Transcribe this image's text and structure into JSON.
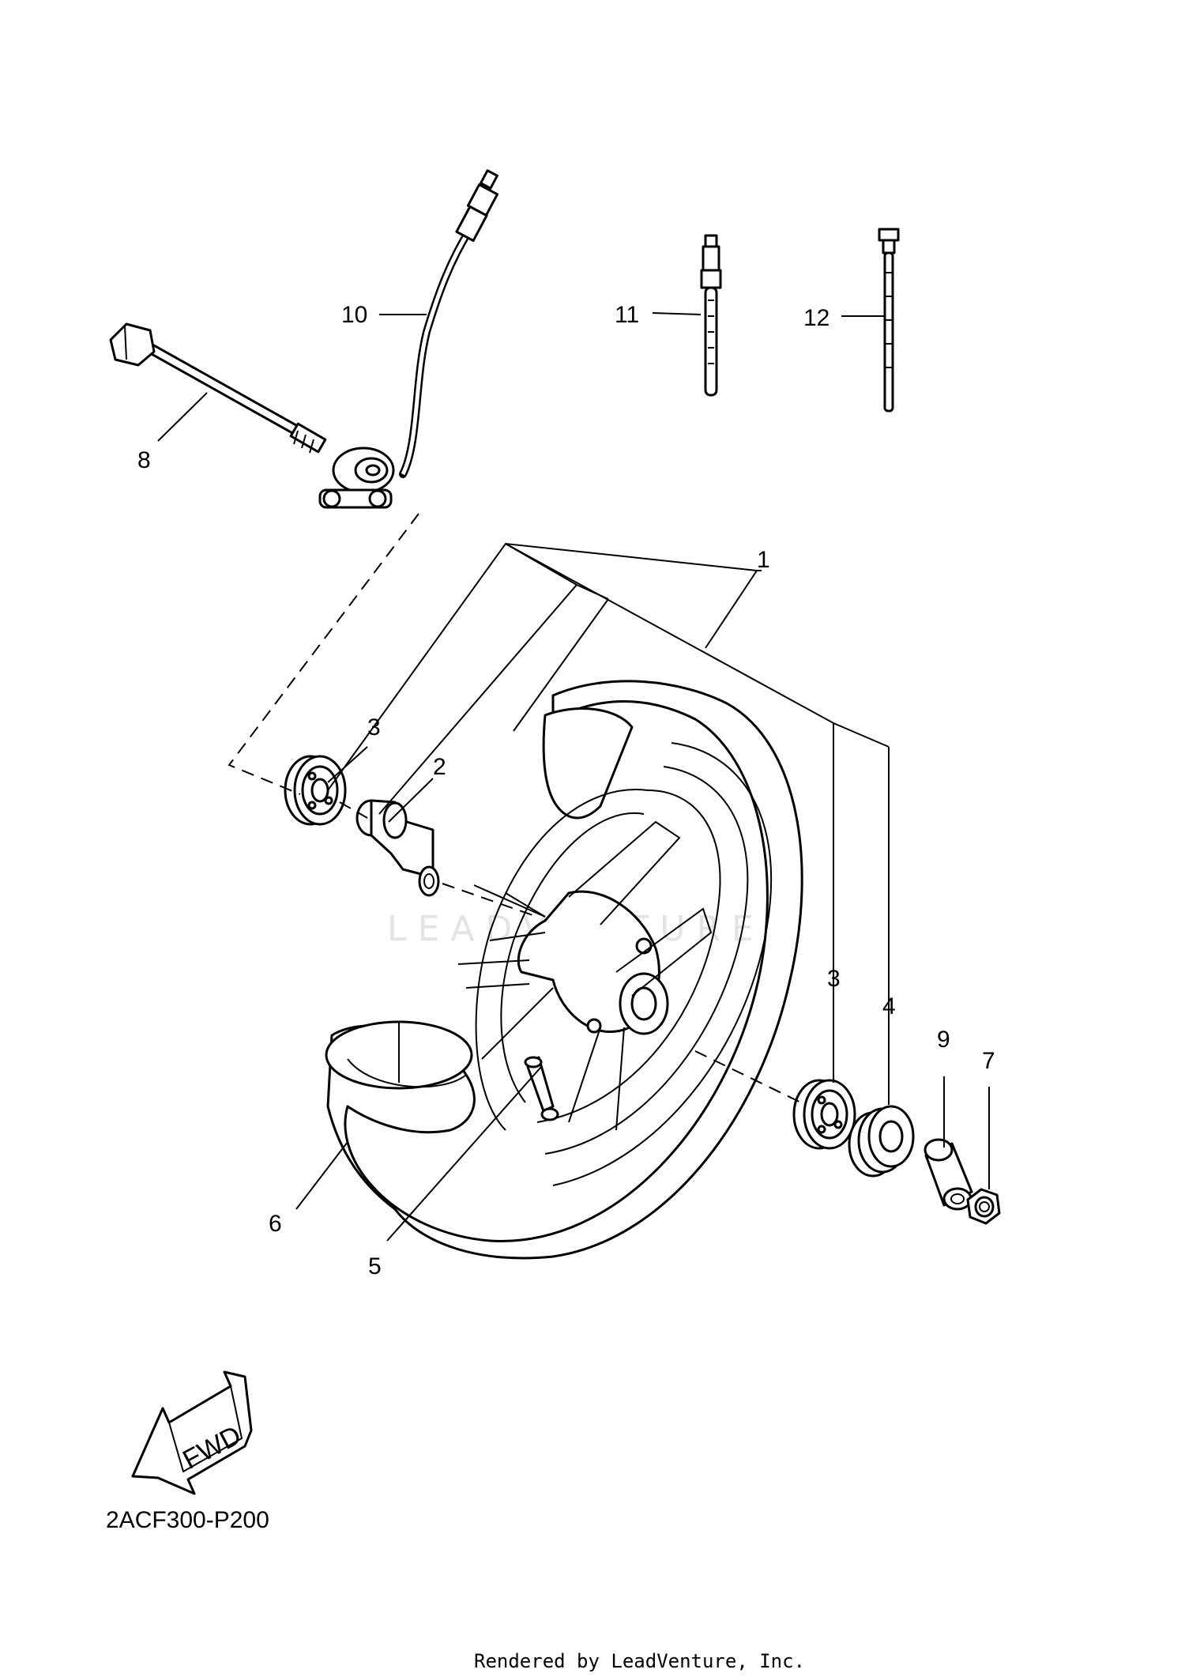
{
  "diagram": {
    "callouts": {
      "c1": "1",
      "c2": "2",
      "c3a": "3",
      "c3b": "3",
      "c4": "4",
      "c5": "5",
      "c6": "6",
      "c7": "7",
      "c8": "8",
      "c9": "9",
      "c10": "10",
      "c11": "11",
      "c12": "12"
    },
    "direction_badge": "FWD",
    "diagram_code": "2ACF300-P200",
    "watermark": "LEADVENTURE",
    "footer": "Rendered by LeadVenture, Inc."
  },
  "colors": {
    "line": "#000000",
    "background": "#ffffff",
    "watermark": "#e3e3e3"
  }
}
